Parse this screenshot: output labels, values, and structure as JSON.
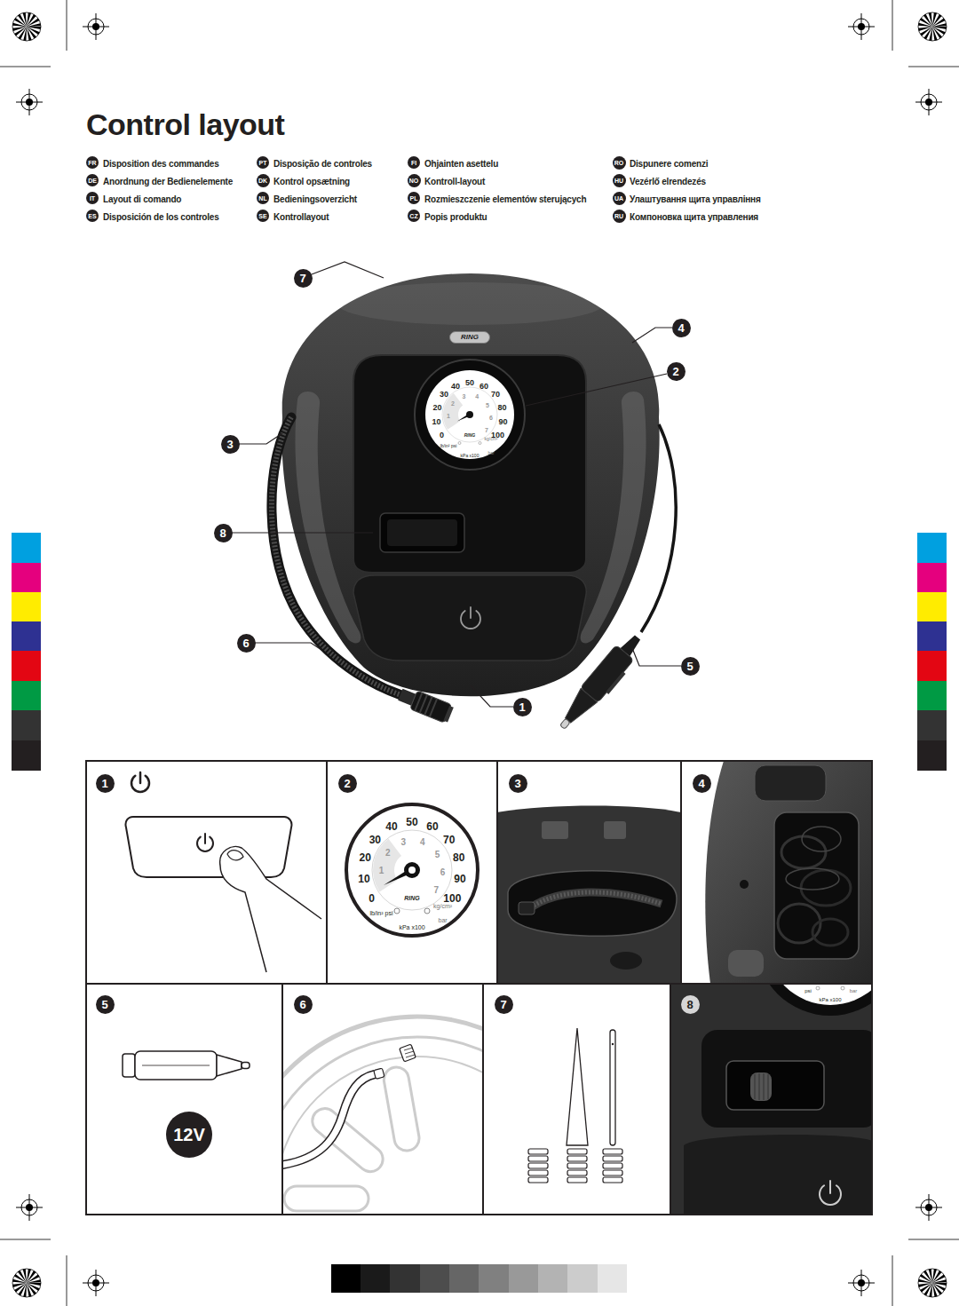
{
  "diagram": {
    "title": "Control layout",
    "nodes": [
      {
        "text": [
          "FR"
        ]
      },
      {
        "text": [
          "PT"
        ]
      },
      {
        "text": [
          "FI"
        ]
      },
      {
        "text": [
          "RO"
        ]
      },
      {
        "text": [
          "DE"
        ]
      },
      {
        "text": [
          "DK"
        ]
      },
      {
        "text": [
          "NO"
        ]
      },
      {
        "text": [
          "HU"
        ]
      },
      {
        "text": [
          "IT"
        ]
      },
      {
        "text": [
          "NL"
        ]
      },
      {
        "text": [
          "PL"
        ]
      },
      {
        "text": [
          "UA"
        ]
      },
      {
        "text": [
          "ES"
        ]
      },
      {
        "text": [
          "SE"
        ]
      },
      {
        "text": [
          "CZ"
        ]
      },
      {
        "text": [
          "RU"
        ]
      },
      {
        "text": [
          "RING"
        ]
      },
      {
        "text": [
          "7"
        ]
      },
      {
        "text": [
          "4"
        ]
      },
      {
        "text": [
          "2"
        ]
      },
      {
        "text": [
          "3"
        ]
      },
      {
        "text": [
          "8"
        ]
      },
      {
        "text": [
          "6"
        ]
      },
      {
        "text": [
          "5"
        ]
      },
      {
        "text": [
          "1"
        ]
      },
      {
        "text": [
          "1"
        ]
      },
      {
        "text": [
          "2"
        ]
      },
      {
        "text": [
          "3"
        ]
      },
      {
        "text": [
          "4"
        ]
      },
      {
        "text": [
          "5"
        ]
      },
      {
        "text": [
          "6"
        ]
      },
      {
        "text": [
          "7"
        ]
      },
      {
        "text": [
          "8"
        ]
      },
      {
        "text": [
          "12V"
        ]
      }
    ],
    "labels": [
      "Disposition des commandes",
      "Disposição de controles",
      "Ohjainten asettelu",
      "Dispunere comenzi",
      "Anordnung der Bedienelemente",
      "Kontrol opsætning",
      "Kontroll-layout",
      "Vezérlő elrendezés",
      "Layout di comando",
      "Bedieningsoverzicht",
      "Rozmieszczenie elementów sterujących",
      "Улаштування щита управління",
      "Disposición de los controles",
      "Kontrollayout",
      "Popis produktu",
      "Компоновка щита управления",
      "0",
      "10",
      "20",
      "30",
      "40",
      "50",
      "60",
      "70",
      "80",
      "90",
      "100",
      "1",
      "2",
      "3",
      "4",
      "5",
      "6",
      "7",
      "RING",
      "lb/in² psi",
      "kg/cm² bar",
      "kPa x100",
      "0",
      "10",
      "20",
      "30",
      "40",
      "50",
      "60",
      "70",
      "80",
      "90",
      "100",
      "1",
      "2",
      "3",
      "4",
      "5",
      "6",
      "7",
      "RING",
      "lb/in² psi",
      "kg/cm² bar",
      "kPa x100",
      "psi",
      "kPa x100",
      "bar"
    ]
  }
}
